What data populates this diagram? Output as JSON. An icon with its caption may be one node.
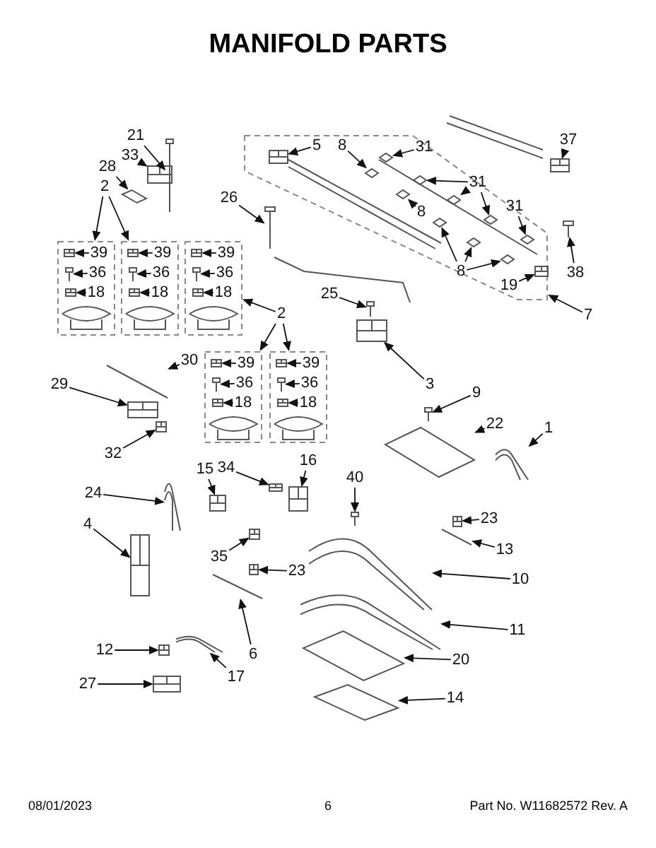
{
  "diagram": {
    "title": "MANIFOLD PARTS",
    "nodes": [
      {
        "text": [
          "21"
        ]
      },
      {
        "text": [
          "33"
        ]
      },
      {
        "text": [
          "28"
        ]
      },
      {
        "text": [
          "2"
        ]
      },
      {
        "text": [],
        "shape": "box"
      },
      {
        "text": [
          "5"
        ],
        "in": 4
      },
      {
        "text": [
          "8"
        ],
        "in": 4
      },
      {
        "text": [
          "31"
        ],
        "in": 4
      },
      {
        "text": [
          "31"
        ],
        "in": 4
      },
      {
        "text": [
          "8"
        ],
        "in": 4
      },
      {
        "text": [
          "31"
        ],
        "in": 4
      },
      {
        "text": [
          "8"
        ],
        "in": 4
      },
      {
        "text": [
          "19"
        ],
        "in": 4
      },
      {
        "text": [
          "37"
        ]
      },
      {
        "text": [
          "26"
        ]
      },
      {
        "text": [
          "38"
        ]
      },
      {
        "text": [
          "7"
        ]
      },
      {
        "text": [],
        "shape": "box"
      },
      {
        "text": [
          "39"
        ],
        "in": 17
      },
      {
        "text": [
          "36"
        ],
        "in": 17
      },
      {
        "text": [
          "18"
        ],
        "in": 17
      },
      {
        "text": [],
        "shape": "box"
      },
      {
        "text": [
          "39"
        ],
        "in": 21
      },
      {
        "text": [
          "36"
        ],
        "in": 21
      },
      {
        "text": [
          "18"
        ],
        "in": 21
      },
      {
        "text": [],
        "shape": "box"
      },
      {
        "text": [
          "39"
        ],
        "in": 25
      },
      {
        "text": [
          "36"
        ],
        "in": 25
      },
      {
        "text": [
          "18"
        ],
        "in": 25
      },
      {
        "text": [
          "2"
        ]
      },
      {
        "text": [
          "25"
        ]
      },
      {
        "text": [],
        "shape": "box"
      },
      {
        "text": [
          "39"
        ],
        "in": 31
      },
      {
        "text": [
          "36"
        ],
        "in": 31
      },
      {
        "text": [
          "18"
        ],
        "in": 31
      },
      {
        "text": [],
        "shape": "box"
      },
      {
        "text": [
          "39"
        ],
        "in": 35
      },
      {
        "text": [
          "36"
        ],
        "in": 35
      },
      {
        "text": [
          "18"
        ],
        "in": 35
      },
      {
        "text": [
          "30"
        ]
      },
      {
        "text": [
          "3"
        ]
      },
      {
        "text": [
          "29"
        ]
      },
      {
        "text": [
          "9"
        ]
      },
      {
        "text": [
          "22"
        ]
      },
      {
        "text": [
          "1"
        ]
      },
      {
        "text": [
          "32"
        ]
      },
      {
        "text": [
          "15"
        ]
      },
      {
        "text": [
          "34"
        ]
      },
      {
        "text": [
          "16"
        ]
      },
      {
        "text": [
          "24"
        ]
      },
      {
        "text": [
          "40"
        ]
      },
      {
        "text": [
          "4"
        ]
      },
      {
        "text": [
          "23"
        ]
      },
      {
        "text": [
          "13"
        ]
      },
      {
        "text": [
          "35"
        ]
      },
      {
        "text": [
          "23"
        ]
      },
      {
        "text": [
          "10"
        ]
      },
      {
        "text": [
          "6"
        ]
      },
      {
        "text": [
          "11"
        ]
      },
      {
        "text": [
          "20"
        ]
      },
      {
        "text": [
          "12"
        ]
      },
      {
        "text": [
          "17"
        ]
      },
      {
        "text": [
          "27"
        ]
      },
      {
        "text": [
          "14"
        ]
      },
      {
        "text": [],
        "shape": "picture"
      },
      {
        "text": [],
        "shape": "picture"
      },
      {
        "text": [],
        "shape": "picture"
      },
      {
        "text": [],
        "shape": "picture",
        "in": 4
      },
      {
        "text": [],
        "shape": "picture",
        "in": 4
      },
      {
        "text": [],
        "shape": "picture",
        "in": 4
      },
      {
        "text": [],
        "shape": "picture",
        "in": 4
      },
      {
        "text": [],
        "shape": "picture",
        "in": 4
      },
      {
        "text": [],
        "shape": "picture",
        "in": 4
      },
      {
        "text": [],
        "shape": "picture",
        "in": 4
      },
      {
        "text": [],
        "shape": "picture",
        "in": 4
      },
      {
        "text": [],
        "shape": "picture",
        "in": 4
      },
      {
        "text": [],
        "shape": "picture",
        "in": 4
      },
      {
        "text": [],
        "shape": "picture",
        "in": 4
      },
      {
        "text": [],
        "shape": "picture",
        "in": 4
      },
      {
        "text": [],
        "shape": "picture"
      },
      {
        "text": [],
        "shape": "picture"
      },
      {
        "text": [],
        "shape": "picture"
      },
      {
        "text": [],
        "shape": "picture",
        "in": 17
      },
      {
        "text": [],
        "shape": "picture",
        "in": 17
      },
      {
        "text": [],
        "shape": "picture",
        "in": 17
      },
      {
        "text": [],
        "shape": "picture",
        "in": 21
      },
      {
        "text": [],
        "shape": "picture",
        "in": 21
      },
      {
        "text": [],
        "shape": "picture",
        "in": 21
      },
      {
        "text": [],
        "shape": "picture",
        "in": 25
      },
      {
        "text": [],
        "shape": "picture",
        "in": 25
      },
      {
        "text": [],
        "shape": "picture",
        "in": 25
      },
      {
        "text": [],
        "shape": "picture",
        "in": 31
      },
      {
        "text": [],
        "shape": "picture",
        "in": 31
      },
      {
        "text": [],
        "shape": "picture",
        "in": 31
      },
      {
        "text": [],
        "shape": "picture",
        "in": 35
      },
      {
        "text": [],
        "shape": "picture",
        "in": 35
      },
      {
        "text": [],
        "shape": "picture",
        "in": 35
      },
      {
        "text": [],
        "shape": "picture"
      },
      {
        "text": [],
        "shape": "picture"
      },
      {
        "text": [],
        "shape": "picture"
      },
      {
        "text": [],
        "shape": "picture"
      },
      {
        "text": [],
        "shape": "picture"
      },
      {
        "text": [],
        "shape": "picture"
      },
      {
        "text": [],
        "shape": "picture"
      },
      {
        "text": [],
        "shape": "picture"
      },
      {
        "text": [],
        "shape": "picture"
      },
      {
        "text": [],
        "shape": "picture"
      },
      {
        "text": [],
        "shape": "picture"
      },
      {
        "text": [],
        "shape": "picture"
      },
      {
        "text": [],
        "shape": "picture"
      },
      {
        "text": [],
        "shape": "picture"
      },
      {
        "text": [],
        "shape": "picture"
      },
      {
        "text": [],
        "shape": "picture"
      },
      {
        "text": [],
        "shape": "picture"
      },
      {
        "text": [],
        "shape": "picture"
      },
      {
        "text": [],
        "shape": "picture"
      },
      {
        "text": [],
        "shape": "picture"
      },
      {
        "text": [],
        "shape": "picture"
      },
      {
        "text": [],
        "shape": "picture"
      },
      {
        "text": [],
        "shape": "picture"
      },
      {
        "text": [],
        "shape": "picture"
      },
      {
        "text": [],
        "shape": "picture"
      },
      {
        "text": [],
        "shape": "picture"
      }
    ],
    "edges": [
      {
        "from": 0,
        "to": 64,
        "arrow": "to"
      },
      {
        "from": 1,
        "to": 65,
        "arrow": "to"
      },
      {
        "from": 2,
        "to": 66,
        "arrow": "to"
      },
      {
        "from": 3,
        "to": 17,
        "arrow": "to"
      },
      {
        "from": 3,
        "to": 21,
        "arrow": "to"
      },
      {
        "from": 5,
        "to": 67,
        "arrow": "to"
      },
      {
        "from": 6,
        "to": 68,
        "arrow": "to"
      },
      {
        "from": 7,
        "to": 69,
        "arrow": "to"
      },
      {
        "from": 8,
        "to": 70,
        "arrow": "to"
      },
      {
        "from": 8,
        "to": 71,
        "arrow": "to"
      },
      {
        "from": 8,
        "to": 72,
        "arrow": "to"
      },
      {
        "from": 9,
        "to": 73,
        "arrow": "to"
      },
      {
        "from": 10,
        "to": 74,
        "arrow": "to"
      },
      {
        "from": 11,
        "to": 75,
        "arrow": "to"
      },
      {
        "from": 11,
        "to": 76,
        "arrow": "to"
      },
      {
        "from": 11,
        "to": 77,
        "arrow": "to"
      },
      {
        "from": 12,
        "to": 78,
        "arrow": "to"
      },
      {
        "from": 13,
        "to": 79,
        "arrow": "to"
      },
      {
        "from": 14,
        "to": 81,
        "arrow": "to"
      },
      {
        "from": 15,
        "to": 80,
        "arrow": "to"
      },
      {
        "from": 16,
        "to": 4,
        "arrow": "to"
      },
      {
        "from": 18,
        "to": 82,
        "arrow": "to"
      },
      {
        "from": 19,
        "to": 83,
        "arrow": "to"
      },
      {
        "from": 20,
        "to": 84,
        "arrow": "to"
      },
      {
        "from": 22,
        "to": 85,
        "arrow": "to"
      },
      {
        "from": 23,
        "to": 86,
        "arrow": "to"
      },
      {
        "from": 24,
        "to": 87,
        "arrow": "to"
      },
      {
        "from": 26,
        "to": 88,
        "arrow": "to"
      },
      {
        "from": 27,
        "to": 89,
        "arrow": "to"
      },
      {
        "from": 28,
        "to": 90,
        "arrow": "to"
      },
      {
        "from": 29,
        "to": 25,
        "arrow": "to"
      },
      {
        "from": 29,
        "to": 31,
        "arrow": "to"
      },
      {
        "from": 29,
        "to": 35,
        "arrow": "to"
      },
      {
        "from": 30,
        "to": 98,
        "arrow": "to"
      },
      {
        "from": 32,
        "to": 91,
        "arrow": "to"
      },
      {
        "from": 33,
        "to": 92,
        "arrow": "to"
      },
      {
        "from": 34,
        "to": 93,
        "arrow": "to"
      },
      {
        "from": 36,
        "to": 94,
        "arrow": "to"
      },
      {
        "from": 37,
        "to": 95,
        "arrow": "to"
      },
      {
        "from": 38,
        "to": 96,
        "arrow": "to"
      },
      {
        "from": 39,
        "to": 99,
        "arrow": "to"
      },
      {
        "from": 40,
        "to": 97,
        "arrow": "to"
      },
      {
        "from": 41,
        "to": 100,
        "arrow": "to"
      },
      {
        "from": 42,
        "to": 102,
        "arrow": "to"
      },
      {
        "from": 43,
        "to": 103,
        "arrow": "to"
      },
      {
        "from": 44,
        "to": 104,
        "arrow": "to"
      },
      {
        "from": 45,
        "to": 101,
        "arrow": "to"
      },
      {
        "from": 46,
        "to": 107,
        "arrow": "to"
      },
      {
        "from": 47,
        "to": 108,
        "arrow": "to"
      },
      {
        "from": 48,
        "to": 109,
        "arrow": "to"
      },
      {
        "from": 49,
        "to": 105,
        "arrow": "to"
      },
      {
        "from": 50,
        "to": 110,
        "arrow": "to"
      },
      {
        "from": 51,
        "to": 106,
        "arrow": "to"
      },
      {
        "from": 52,
        "to": 113,
        "arrow": "to"
      },
      {
        "from": 53,
        "to": 112,
        "arrow": "to"
      },
      {
        "from": 54,
        "to": 114,
        "arrow": "to"
      },
      {
        "from": 55,
        "to": 115,
        "arrow": "to"
      },
      {
        "from": 56,
        "to": 111,
        "arrow": "to"
      },
      {
        "from": 57,
        "to": 116,
        "arrow": "to"
      },
      {
        "from": 58,
        "to": 117,
        "arrow": "to"
      },
      {
        "from": 59,
        "to": 118,
        "arrow": "to"
      },
      {
        "from": 60,
        "to": 120,
        "arrow": "to"
      },
      {
        "from": 61,
        "to": 121,
        "arrow": "to"
      },
      {
        "from": 62,
        "to": 122,
        "arrow": "to"
      },
      {
        "from": 63,
        "to": 119,
        "arrow": "to"
      }
    ],
    "labels": [
      "08/01/2023",
      "6",
      "Part No. W11682572 Rev. A"
    ]
  }
}
